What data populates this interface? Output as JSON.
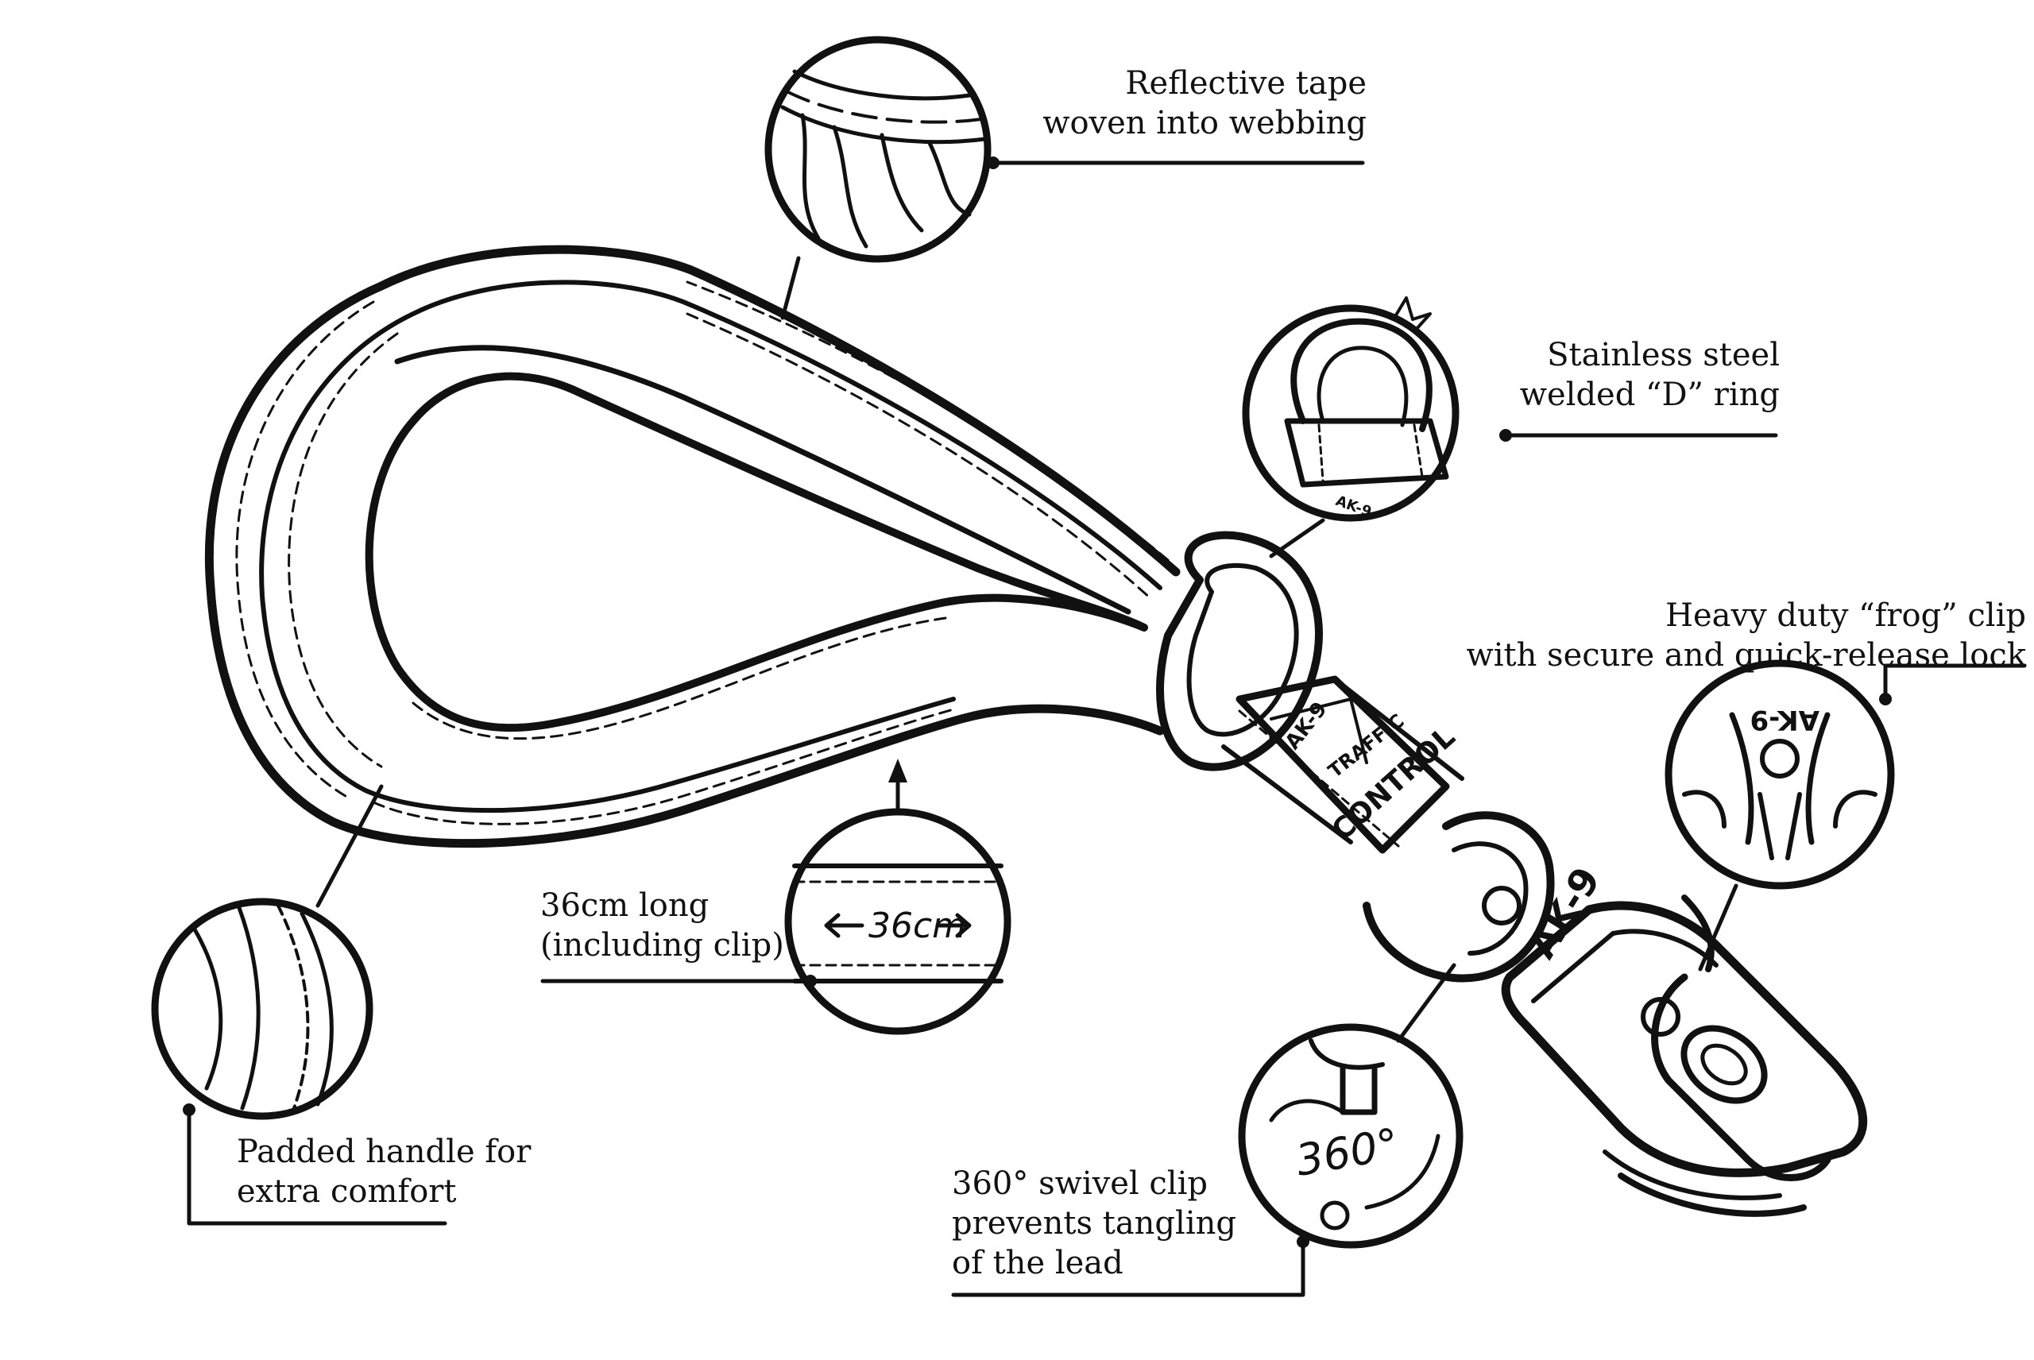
{
  "colors": {
    "ink": "#111111",
    "background": "#ffffff"
  },
  "callouts": {
    "reflective": {
      "lines": [
        "Reflective tape",
        "woven into webbing"
      ]
    },
    "d_ring": {
      "lines": [
        "Stainless steel",
        "welded “D” ring"
      ]
    },
    "frog_clip": {
      "lines": [
        "Heavy duty “frog” clip",
        "with secure and quick-release lock"
      ]
    },
    "length": {
      "lines": [
        "36cm long",
        "(including clip)"
      ],
      "detail_label": "36cm"
    },
    "handle": {
      "lines": [
        "Padded handle for",
        "extra comfort"
      ]
    },
    "swivel": {
      "lines": [
        "360° swivel clip",
        "prevents tangling",
        "of the lead"
      ],
      "detail_label": "360°"
    }
  },
  "product_markings": {
    "brand": "AK-9",
    "tag_line_1": "TRAFFIC",
    "tag_line_2": "CONTROL"
  }
}
